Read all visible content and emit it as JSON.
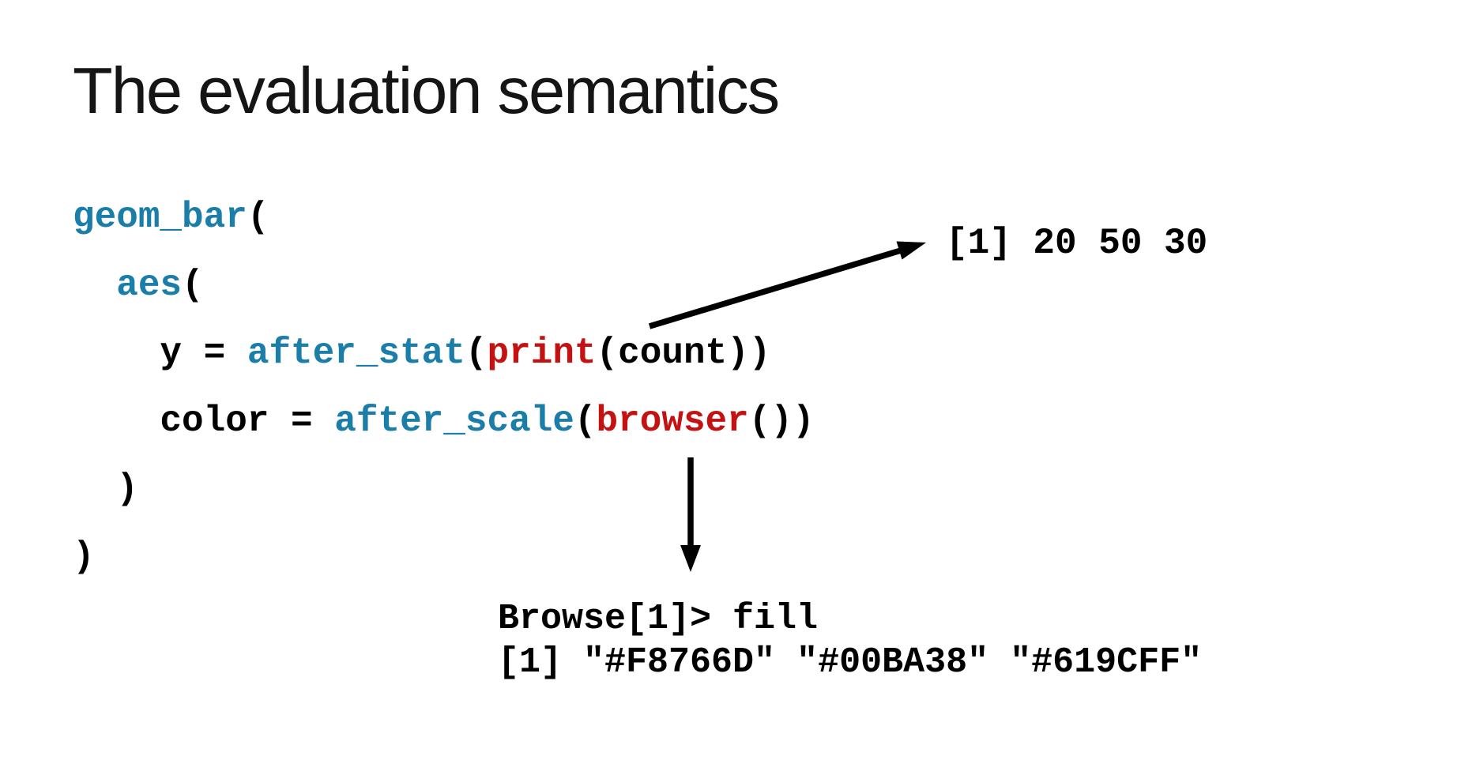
{
  "slide": {
    "title": "The evaluation semantics",
    "colors": {
      "background": "#FFFFFF",
      "text": "#000000",
      "function_teal": "#1B7EA8",
      "highlight_red": "#C41111"
    },
    "code": {
      "language": "R",
      "lines": [
        [
          {
            "t": "geom_bar",
            "c": "teal"
          },
          {
            "t": "("
          }
        ],
        [
          {
            "t": "  "
          },
          {
            "t": "aes",
            "c": "teal"
          },
          {
            "t": "("
          }
        ],
        [
          {
            "t": "    y = "
          },
          {
            "t": "after_stat",
            "c": "teal"
          },
          {
            "t": "("
          },
          {
            "t": "print",
            "c": "red"
          },
          {
            "t": "(count))"
          }
        ],
        [
          {
            "t": "    color = "
          },
          {
            "t": "after_scale",
            "c": "teal"
          },
          {
            "t": "("
          },
          {
            "t": "browser",
            "c": "red"
          },
          {
            "t": "())"
          }
        ],
        [
          {
            "t": "  )"
          }
        ],
        [
          {
            "t": ")"
          }
        ]
      ]
    },
    "annotations": {
      "stat_output": "[1] 20 50 30",
      "console_output": {
        "prompt_line": "Browse[1]> fill",
        "result_line": "[1] \"#F8766D\" \"#00BA38\" \"#619CFF\""
      }
    }
  }
}
